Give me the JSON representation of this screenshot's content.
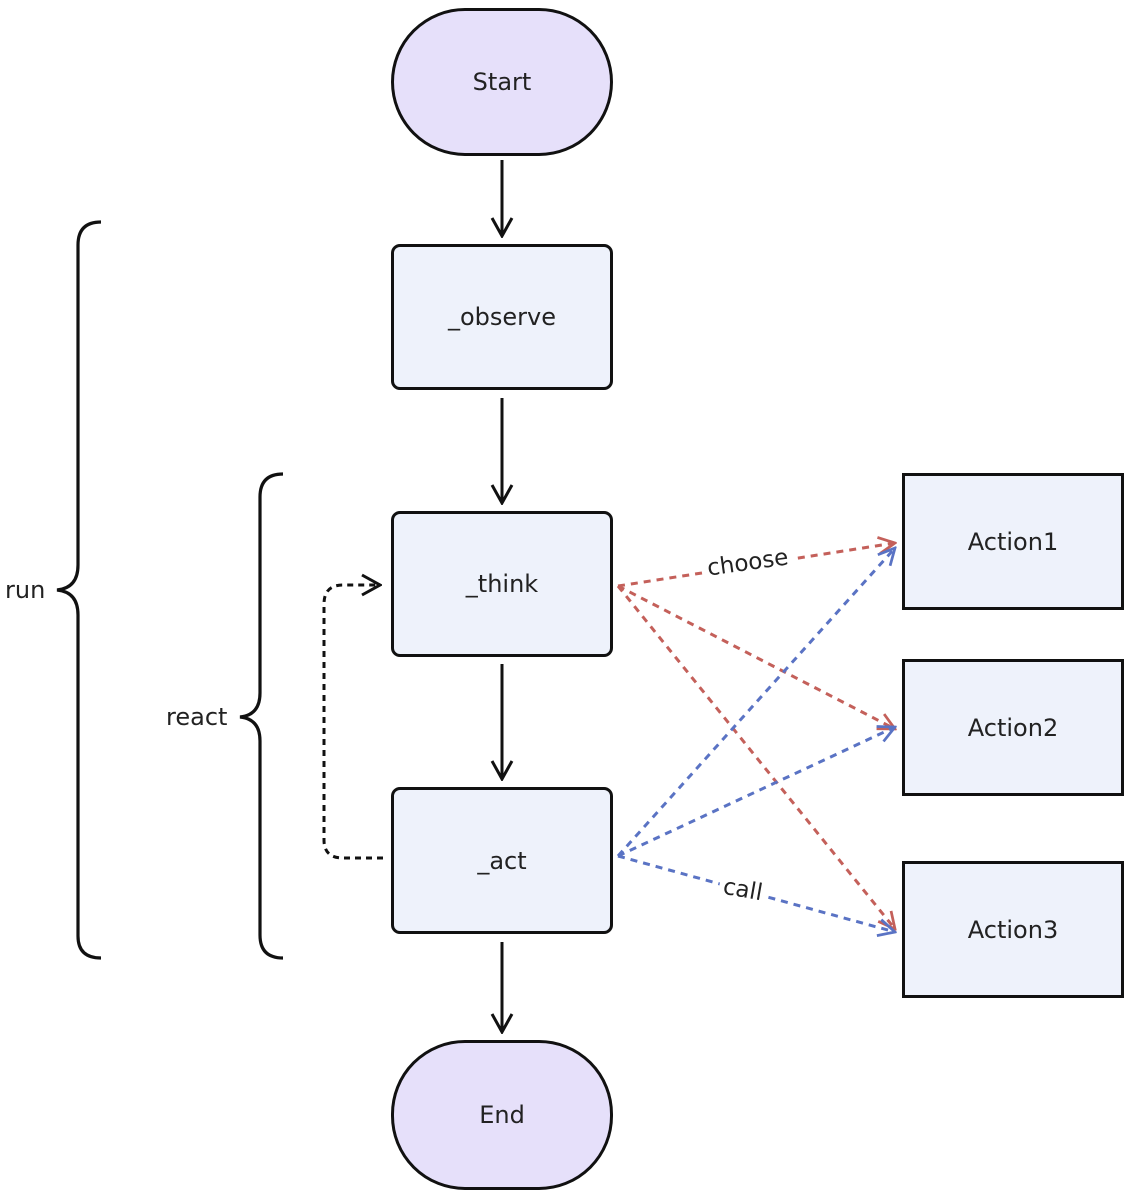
{
  "nodes": {
    "start": "Start",
    "observe": "_observe",
    "think": "_think",
    "act": "_act",
    "end": "End",
    "action1": "Action1",
    "action2": "Action2",
    "action3": "Action3"
  },
  "groups": {
    "run": "run",
    "react": "react"
  },
  "edges": {
    "choose": "choose",
    "call": "call"
  },
  "colors": {
    "terminal_fill": "#e6e0fa",
    "process_fill": "#eef2fb",
    "stroke": "#111111",
    "choose_edge": "#c4605a",
    "call_edge": "#5a73c4"
  }
}
